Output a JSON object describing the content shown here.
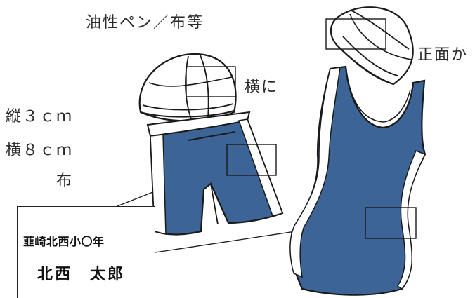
{
  "labels": {
    "pen_cloth": "油性ペン／布等",
    "front": "正面か",
    "side": "横に",
    "height_size": "縦３ｃｍ",
    "width_size": "横８ｃｍ",
    "cloth": "布"
  },
  "name_card": {
    "school": "韮崎北西小〇年",
    "student_name": "北西　太郎"
  },
  "colors": {
    "suit_blue": "#3d6496",
    "outline": "#1a1a1a",
    "stripe": "#ffffff"
  },
  "items": [
    "swim-cap",
    "swim-trunks",
    "swimsuit"
  ]
}
